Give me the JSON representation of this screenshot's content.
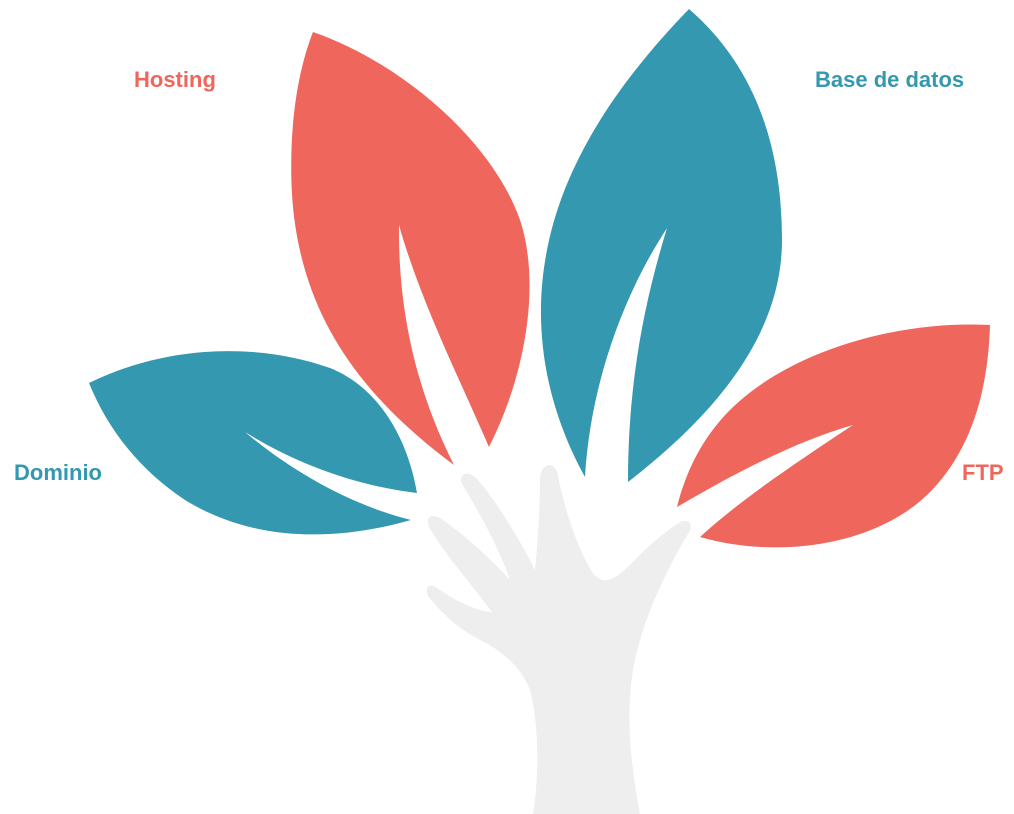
{
  "colors": {
    "coral": "#EF665C",
    "teal": "#3498B0",
    "trunk": "#EEEEEE",
    "background": "#FFFFFF"
  },
  "labels": {
    "hosting": "Hosting",
    "database": "Base de datos",
    "domain": "Dominio",
    "ftp": "FTP"
  }
}
